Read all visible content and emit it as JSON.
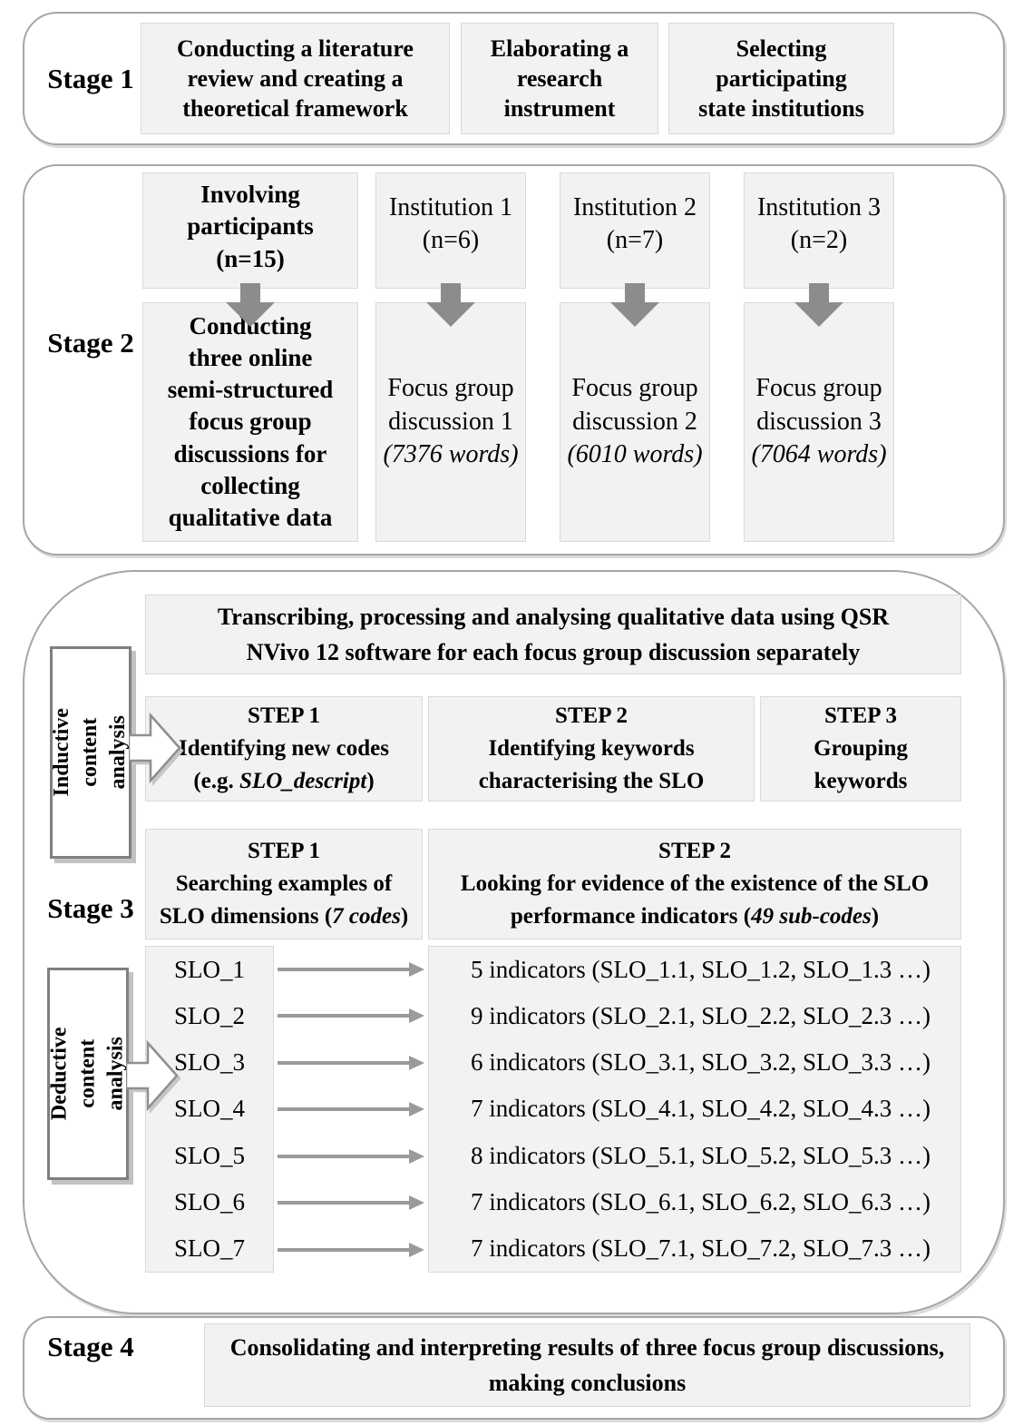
{
  "colors": {
    "box_fill": "#f2f2f2",
    "box_border": "#d9d9d9",
    "container_border": "#a6a6a6",
    "arrow_gray": "#8c8c8c",
    "label_box_border": "#7f7f7f",
    "text": "#000000"
  },
  "stage1": {
    "label": "Stage 1",
    "box_literature": "Conducting a literature\nreview and creating a\ntheoretical framework",
    "box_instrument": "Elaborating a\nresearch\ninstrument",
    "box_institutions": "Selecting\nparticipating\nstate institutions"
  },
  "stage2": {
    "label": "Stage 2",
    "participants": "Involving\nparticipants\n(n=15)",
    "institution1": "Institution 1\n(n=6)",
    "institution2": "Institution 2\n(n=7)",
    "institution3": "Institution 3\n(n=2)",
    "discussions": "Conducting\nthree online\nsemi-structured\nfocus group\ndiscussions for\ncollecting\nqualitative data",
    "focus_groups": [
      {
        "title": "Focus group\ndiscussion 1",
        "words": "(7376 words)"
      },
      {
        "title": "Focus group\ndiscussion 2",
        "words": "(6010 words)"
      },
      {
        "title": "Focus group\ndiscussion 3",
        "words": "(7064 words)"
      }
    ]
  },
  "stage3": {
    "label": "Stage 3",
    "header": "Transcribing, processing and analysing qualitative data using QSR\nNVivo 12 software for each focus group discussion separately",
    "inductive_label": "Inductive content\nanalysis",
    "deductive_label": "Deductive content\nanalysis",
    "inductive_steps": {
      "step1": {
        "title": "STEP 1",
        "line2": "Identifying new codes",
        "pre": "(e.g. ",
        "italic": "SLO_descript",
        "post": ")"
      },
      "step2": {
        "title": "STEP 2",
        "line2": "Identifying keywords",
        "line3": "characterising the SLO"
      },
      "step3": {
        "title": "STEP 3",
        "line2": "Grouping",
        "line3": "keywords"
      }
    },
    "deductive_steps": {
      "step1": {
        "title": "STEP 1",
        "line2": "Searching examples of",
        "pre": "SLO dimensions (",
        "italic": "7 codes",
        "post": ")"
      },
      "step2": {
        "title": "STEP 2",
        "line2": "Looking for evidence of the existence of the SLO",
        "pre": "performance indicators (",
        "italic": "49 sub-codes",
        "post": ")"
      }
    },
    "slo_rows": [
      {
        "code": "SLO_1",
        "indicators": "5 indicators (SLO_1.1, SLO_1.2, SLO_1.3 …)"
      },
      {
        "code": "SLO_2",
        "indicators": "9 indicators (SLO_2.1, SLO_2.2, SLO_2.3 …)"
      },
      {
        "code": "SLO_3",
        "indicators": "6 indicators (SLO_3.1, SLO_3.2, SLO_3.3 …)"
      },
      {
        "code": "SLO_4",
        "indicators": "7 indicators (SLO_4.1, SLO_4.2, SLO_4.3 …)"
      },
      {
        "code": "SLO_5",
        "indicators": "8 indicators (SLO_5.1, SLO_5.2, SLO_5.3 …)"
      },
      {
        "code": "SLO_6",
        "indicators": "7 indicators (SLO_6.1, SLO_6.2, SLO_6.3 …)"
      },
      {
        "code": "SLO_7",
        "indicators": "7 indicators (SLO_7.1, SLO_7.2, SLO_7.3 …)"
      }
    ]
  },
  "stage4": {
    "label": "Stage 4",
    "box": "Consolidating and interpreting results of three focus group discussions,\nmaking conclusions"
  }
}
